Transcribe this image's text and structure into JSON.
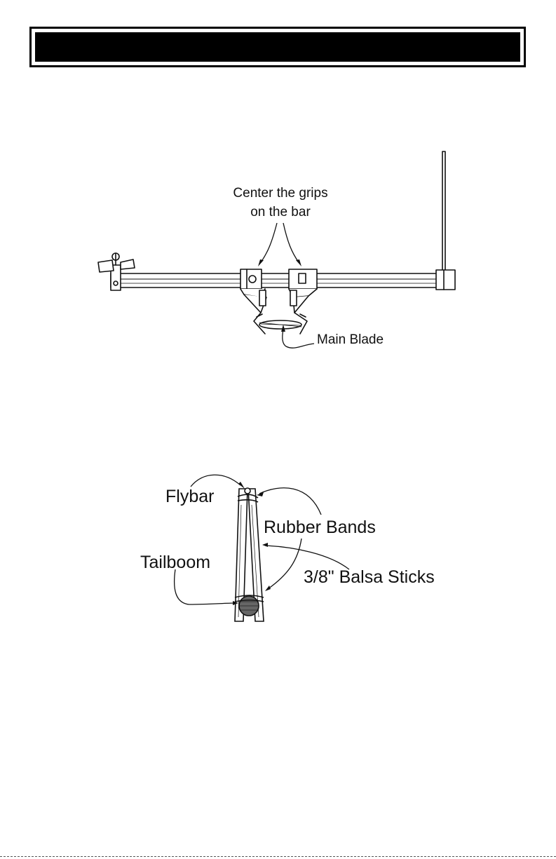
{
  "header": {
    "title": ""
  },
  "figure1": {
    "callout_line1": "Center the grips",
    "callout_line2": "on the bar",
    "main_blade_label": "Main Blade"
  },
  "figure2": {
    "flybar_label": "Flybar",
    "rubber_bands_label": "Rubber Bands",
    "tailboom_label": "Tailboom",
    "balsa_label": "3/8\" Balsa Sticks"
  }
}
